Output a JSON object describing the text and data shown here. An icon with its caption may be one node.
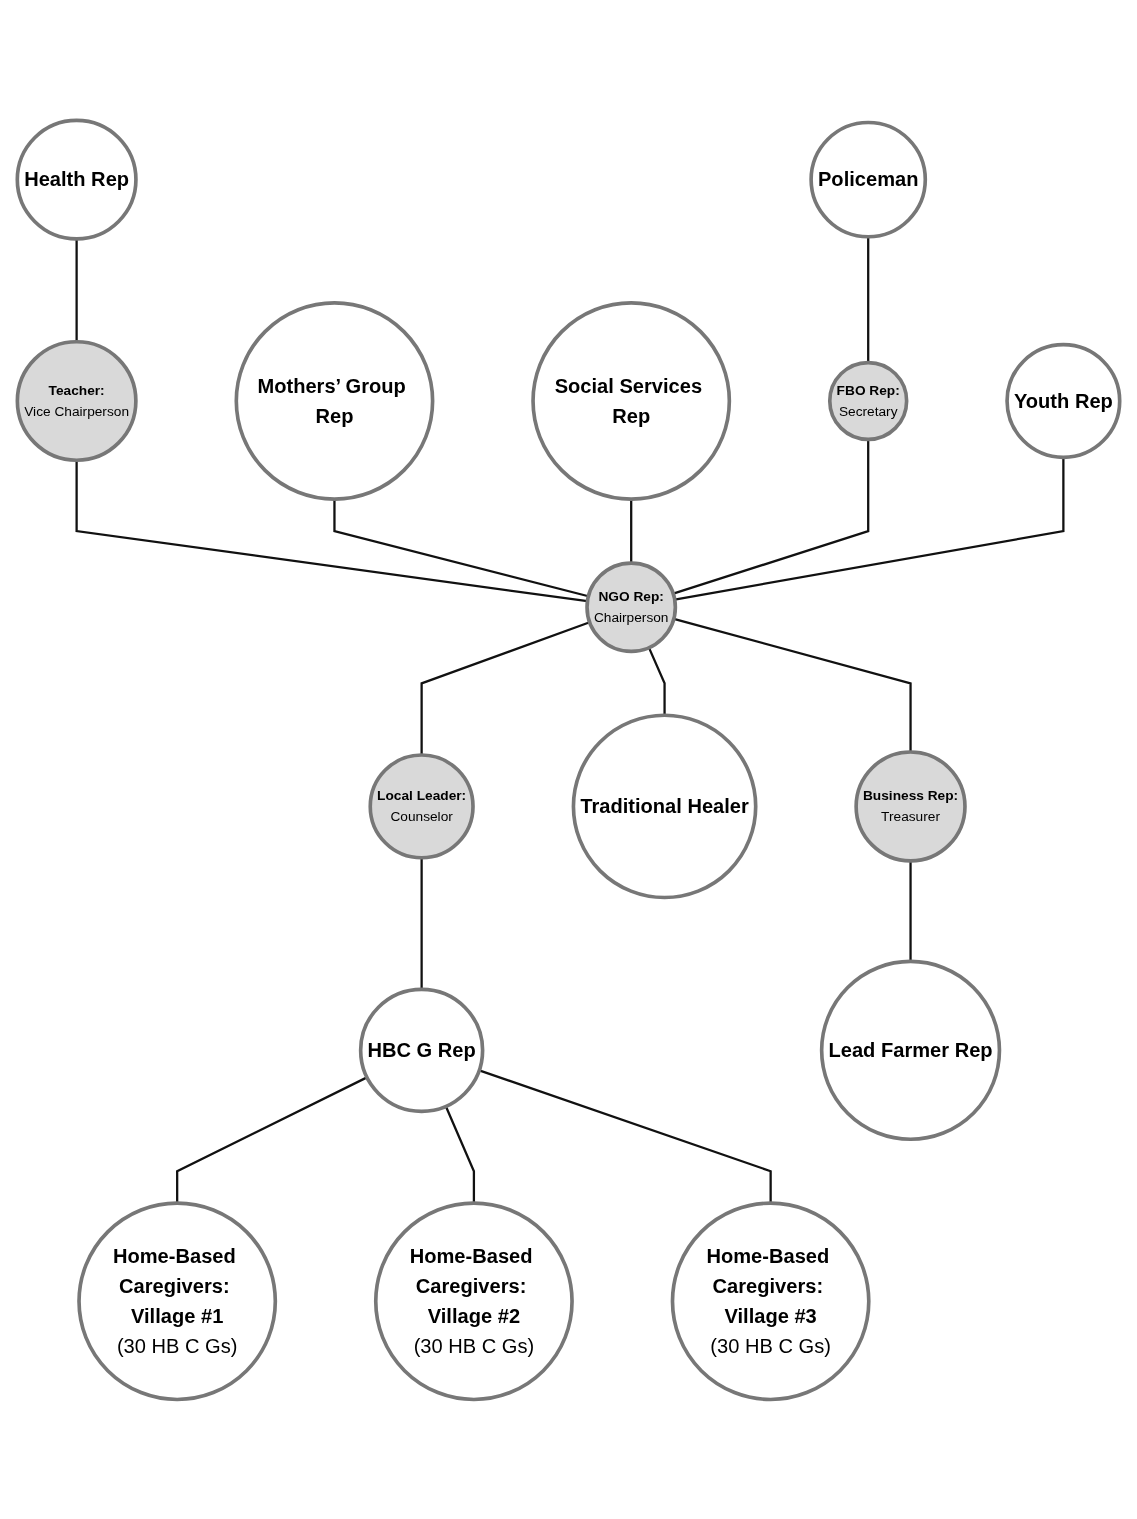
{
  "diagram": {
    "nodes": [
      {
        "text": [
          "Health Rep"
        ]
      },
      {
        "text": [
          "Mothers’ Group Rep"
        ]
      },
      {
        "text": [
          "Social Services Rep"
        ]
      },
      {
        "text": [
          "Teacher:",
          "Vice Chairperson"
        ]
      },
      {
        "text": [
          "Policeman"
        ]
      },
      {
        "text": [
          "FBO Rep:",
          "Secretary"
        ]
      },
      {
        "text": [
          "NGO Rep:",
          "Chairperson"
        ]
      },
      {
        "text": [
          "Business Rep:",
          "Treasurer"
        ]
      },
      {
        "text": [
          "Lead Farmer Rep"
        ]
      },
      {
        "text": [
          "Local Leader:",
          "Counselor"
        ]
      },
      {
        "text": [
          "Youth Rep"
        ]
      },
      {
        "text": [
          "Traditional Healer"
        ]
      },
      {
        "text": [
          "HBC G Rep"
        ]
      },
      {
        "text": [
          "Home-Based Caregivers: Village #1",
          "(30 HB C Gs)"
        ]
      },
      {
        "text": [
          "Home-Based Caregivers: Village #2",
          "(30 HB C Gs)"
        ]
      },
      {
        "text": [
          "Home-Based Caregivers: Village #3",
          "(30 HB C Gs)"
        ]
      }
    ],
    "edges": [
      {
        "from": 0,
        "to": 3,
        "arrow": "none"
      },
      {
        "from": 3,
        "to": 6,
        "arrow": "none"
      },
      {
        "from": 1,
        "to": 6,
        "arrow": "none"
      },
      {
        "from": 2,
        "to": 6,
        "arrow": "none"
      },
      {
        "from": 4,
        "to": 5,
        "arrow": "none"
      },
      {
        "from": 5,
        "to": 6,
        "arrow": "none"
      },
      {
        "from": 6,
        "to": 7,
        "arrow": "none"
      },
      {
        "from": 7,
        "to": 8,
        "arrow": "none"
      },
      {
        "from": 6,
        "to": 9,
        "arrow": "none"
      },
      {
        "from": 10,
        "to": 6,
        "arrow": "none"
      },
      {
        "from": 6,
        "to": 11,
        "arrow": "none"
      },
      {
        "from": 9,
        "to": 12,
        "arrow": "none"
      },
      {
        "from": 12,
        "to": 13,
        "arrow": "none"
      },
      {
        "from": 12,
        "to": 14,
        "arrow": "none"
      },
      {
        "from": 12,
        "to": 15,
        "arrow": "none"
      }
    ]
  }
}
